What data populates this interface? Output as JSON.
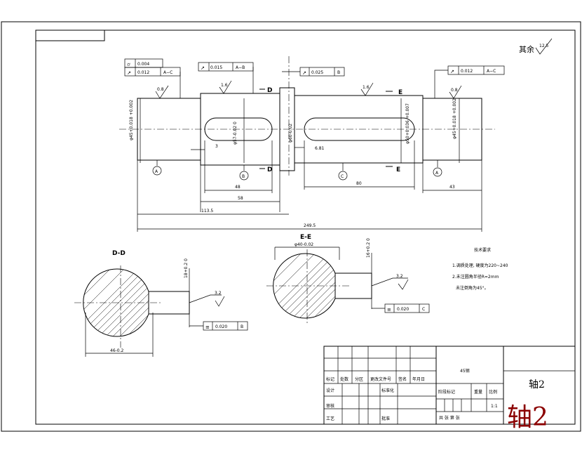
{
  "roughness_note": {
    "prefix": "其余",
    "value": "12.5"
  },
  "gdt": {
    "left_cyl": "0.004",
    "left_runout": "0.012",
    "left_runout_datum": "A−C",
    "mid_runout": "0.015",
    "mid_runout_datum": "A−B",
    "center_runout": "0.025",
    "center_runout_datum": "B",
    "right_runout": "0.012",
    "right_runout_datum": "A−C",
    "sym_d": "0.020",
    "sym_d_datum": "B",
    "sym_e": "0.020",
    "sym_e_datum": "C"
  },
  "roughness": {
    "r1": "0.8",
    "r2": "1.6",
    "r3": "1.6",
    "r4": "0.8",
    "key_d": "3.2",
    "key_e": "3.2"
  },
  "datums": {
    "a1": "A",
    "b": "B",
    "c": "C",
    "a2": "A"
  },
  "section_marks": {
    "d_top": "D",
    "d_bot": "D",
    "e_top": "E",
    "e_bot": "E"
  },
  "diameters": {
    "left_journal": "φ45+0.018 +0.002",
    "first_seg": "φ57-0.02 0",
    "collar": "φ60-0.02",
    "second_seg": "φ50+0.036 +0.007",
    "right_journal": "φ45+0.018 +0.002"
  },
  "dims": {
    "key1_offset": "3",
    "key2_offset": "6.81",
    "key1_len": "48",
    "seg1_len": "58",
    "key2_len": "80",
    "right_len": "43",
    "to_collar": "113.5",
    "total": "249.5"
  },
  "sections": {
    "dd_title": "D-D",
    "ee_title": "E-E",
    "dd_dim": "46-0.2",
    "dd_key": "18+0.2 0",
    "ee_dia": "φ40-0.02",
    "ee_key": "16+0.2 0"
  },
  "notes": {
    "title": "技术要求",
    "line1": "1.调质处理, 硬度为220~240",
    "line2": "2.未注圆角半径R=2mm",
    "line3": "未注倒角为45°。"
  },
  "title_block": {
    "material": "45钢",
    "part_name": "轴2",
    "scale": "1:1",
    "row_labels": [
      "标记",
      "处数",
      "分区",
      "更改文件号",
      "签名",
      "年月日"
    ],
    "designer": "设计",
    "standard": "标准化",
    "stage": "阶段标记",
    "weight": "重量",
    "scale_label": "比例",
    "reviewer": "审核",
    "process": "工艺",
    "approve": "批准",
    "sheets": "共  张  第  张"
  },
  "watermark": "轴2"
}
